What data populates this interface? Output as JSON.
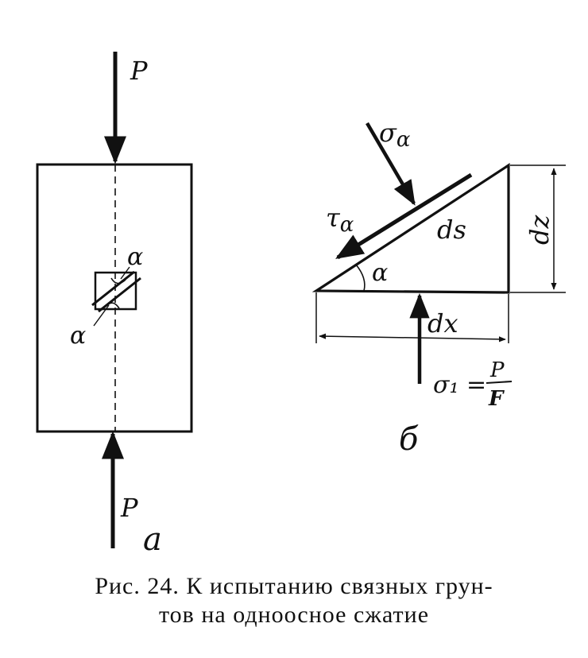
{
  "panel_a": {
    "load_top": "P",
    "load_bottom": "P",
    "angle_upper": "α",
    "angle_lower": "α",
    "panel_letter": "а"
  },
  "panel_b": {
    "normal_stress": "σ",
    "normal_stress_sub": "α",
    "shear_stress": "τ",
    "shear_stress_sub": "α",
    "hypotenuse": "ds",
    "vertical_side": "dz",
    "horizontal_side": "dx",
    "angle": "α",
    "applied_stress": "σ₁ =",
    "fraction_numerator": "P",
    "fraction_denominator": "F",
    "panel_letter": "б"
  },
  "caption": {
    "line1": "Рис. 24. К испытанию связных грун-",
    "line2": "тов на одноосное сжатие"
  }
}
